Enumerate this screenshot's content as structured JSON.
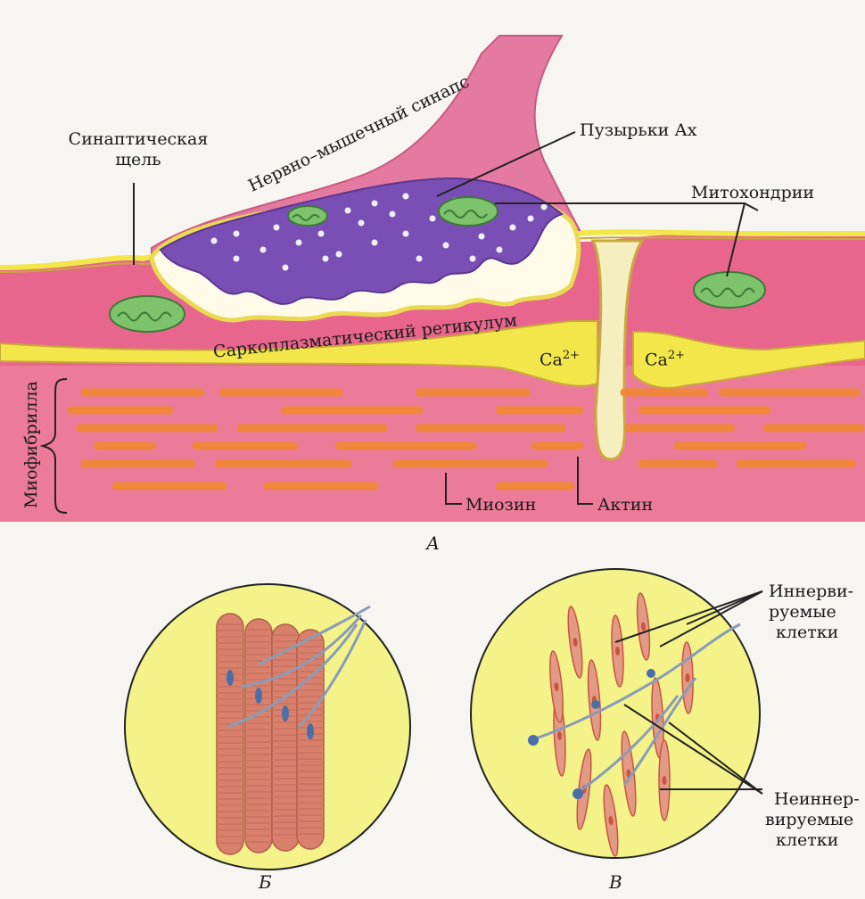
{
  "panels": {
    "a_caption": "А",
    "b_caption": "Б",
    "v_caption": "В"
  },
  "labels": {
    "synaptic_cleft_line1": "Синаптическая",
    "synaptic_cleft_line2": "щель",
    "nm_synapse": "Нервно–мышечный синапс",
    "vesicles": "Пузырьки Ах",
    "mitochondria": "Митохондрии",
    "sarcoplasmic_reticulum": "Саркоплазматический  ретикулум",
    "ca_left": "Ca",
    "ca_right": "Ca",
    "ca_charge": "2+",
    "myofibril": "Миофибрилла",
    "myosin": "Миозин",
    "actin": "Актин",
    "innervated_line1": "Иннерви-",
    "innervated_line2": "руемые",
    "innervated_line3": "клетки",
    "noninnervated_line1": "Неиннер-",
    "noninnervated_line2": "вируемые",
    "noninnervated_line3": "клетки"
  },
  "colors": {
    "muscle": "#e8668e",
    "muscle_light": "#f08aa8",
    "nerve_terminal": "#7a4fb5",
    "membrane_yellow": "#f2e64a",
    "membrane_dark": "#c9a93a",
    "filament": "#f0873a",
    "mitochondria": "#7cc36c",
    "circle_fill": "#f3f38a",
    "fiber": "#d9806c"
  }
}
